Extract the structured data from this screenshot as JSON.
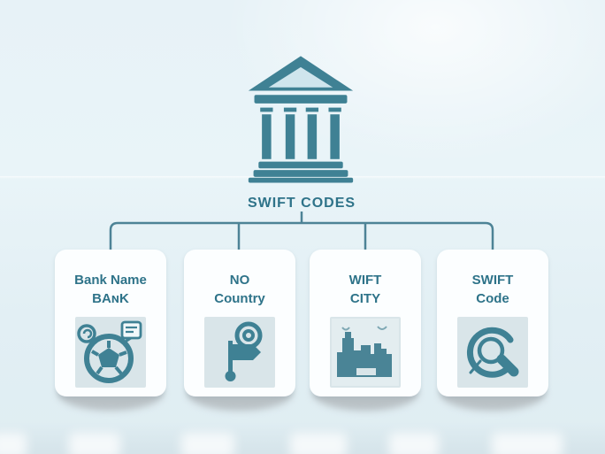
{
  "root": {
    "title": "SWIFT CODES",
    "icon": "bank-building-icon"
  },
  "cards": [
    {
      "line1": "Bank Name",
      "line2": "BAɴK",
      "icon": "globe-piggy-bank-icon"
    },
    {
      "line1": "NO",
      "line2": "Country",
      "icon": "flag-marker-icon"
    },
    {
      "line1": "WIFT",
      "line2": "CITY",
      "icon": "city-skyline-icon"
    },
    {
      "line1": "SWIFT",
      "line2": "Code",
      "icon": "magnifier-target-icon"
    }
  ],
  "colors": {
    "teal": "#3f8194",
    "teal_text": "#2e7389",
    "connector_line": "#4d8396",
    "card_background": "#fcfeff",
    "tile_background": "#d9e5e9",
    "pediment_fill": "#cfe5ed",
    "page_background_top": "#e7f2f7",
    "page_background_bottom": "#dfedf2",
    "shadow": "#b9c1c5"
  }
}
